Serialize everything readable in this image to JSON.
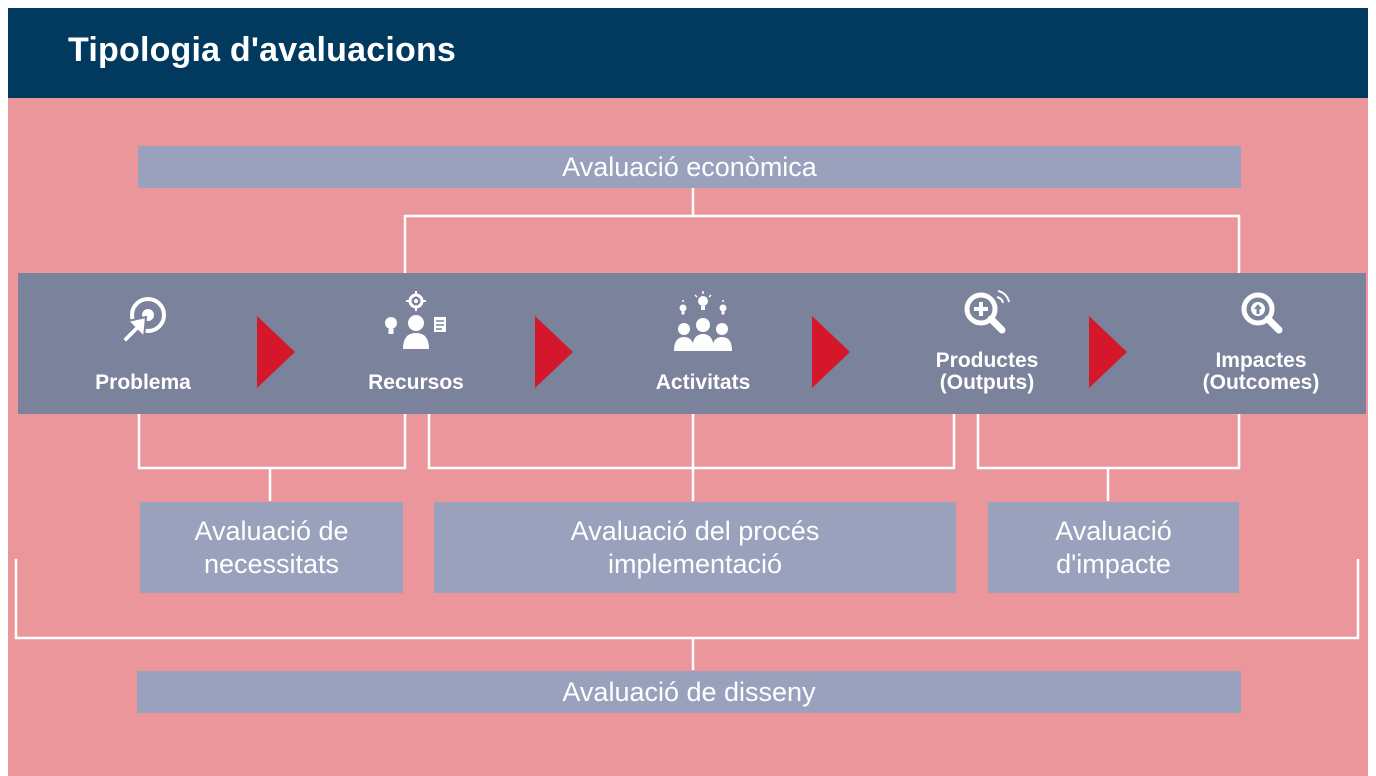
{
  "title": "Tipologia d'avaluacions",
  "top_box": "Avaluació econòmica",
  "stages": [
    {
      "label_line1": "Problema",
      "label_line2": "",
      "icon": "cursor-target-icon"
    },
    {
      "label_line1": "Recursos",
      "label_line2": "",
      "icon": "people-resources-icon"
    },
    {
      "label_line1": "Activitats",
      "label_line2": "",
      "icon": "group-ideas-icon"
    },
    {
      "label_line1": "Productes",
      "label_line2": "(Outputs)",
      "icon": "magnifier-plus-icon"
    },
    {
      "label_line1": "Impactes",
      "label_line2": "(Outcomes)",
      "icon": "magnifier-up-icon"
    }
  ],
  "middle_boxes": [
    {
      "line1": "Avaluació de",
      "line2": "necessitats"
    },
    {
      "line1": "Avaluació del procés",
      "line2": "implementació"
    },
    {
      "line1": "Avaluació",
      "line2": "d'impacte"
    }
  ],
  "bottom_box": "Avaluació de disseny",
  "colors": {
    "header": "#013a5e",
    "background": "#ea969a",
    "flow_band": "#7b829b",
    "boxes": "#9aa1bc",
    "arrows": "#d5172c",
    "lines": "#ffffff"
  }
}
